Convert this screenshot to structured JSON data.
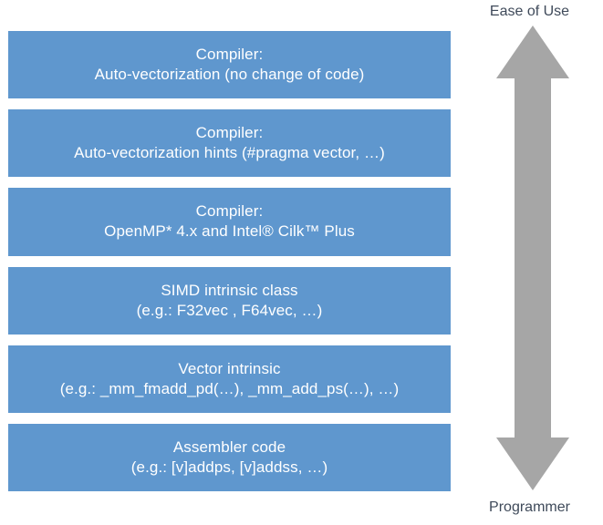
{
  "diagram": {
    "title_implicit": "Vectorization approaches",
    "colors": {
      "box_fill": "#5f97ce",
      "box_text": "#ffffff",
      "arrow_gray": "#a6a6a6",
      "label_text": "#3f4a5a",
      "background": "#ffffff"
    },
    "levels": [
      {
        "title": "Compiler:",
        "detail": "Auto-vectorization (no change of code)"
      },
      {
        "title": "Compiler:",
        "detail": "Auto-vectorization hints (#pragma vector, …)"
      },
      {
        "title": "Compiler:",
        "detail": "OpenMP* 4.x and Intel® Cilk™ Plus"
      },
      {
        "title": "SIMD intrinsic class",
        "detail": "(e.g.: F32vec , F64vec, …)"
      },
      {
        "title": "Vector intrinsic",
        "detail": "(e.g.: _mm_fmadd_pd(…), _mm_add_ps(…), …)"
      },
      {
        "title": "Assembler code",
        "detail": "(e.g.: [v]addps, [v]addss, …)"
      }
    ],
    "axis": {
      "top_label": "Ease of Use",
      "bottom_label": "Programmer",
      "arrow_icon": "double-headed-vertical-arrow-icon"
    }
  }
}
